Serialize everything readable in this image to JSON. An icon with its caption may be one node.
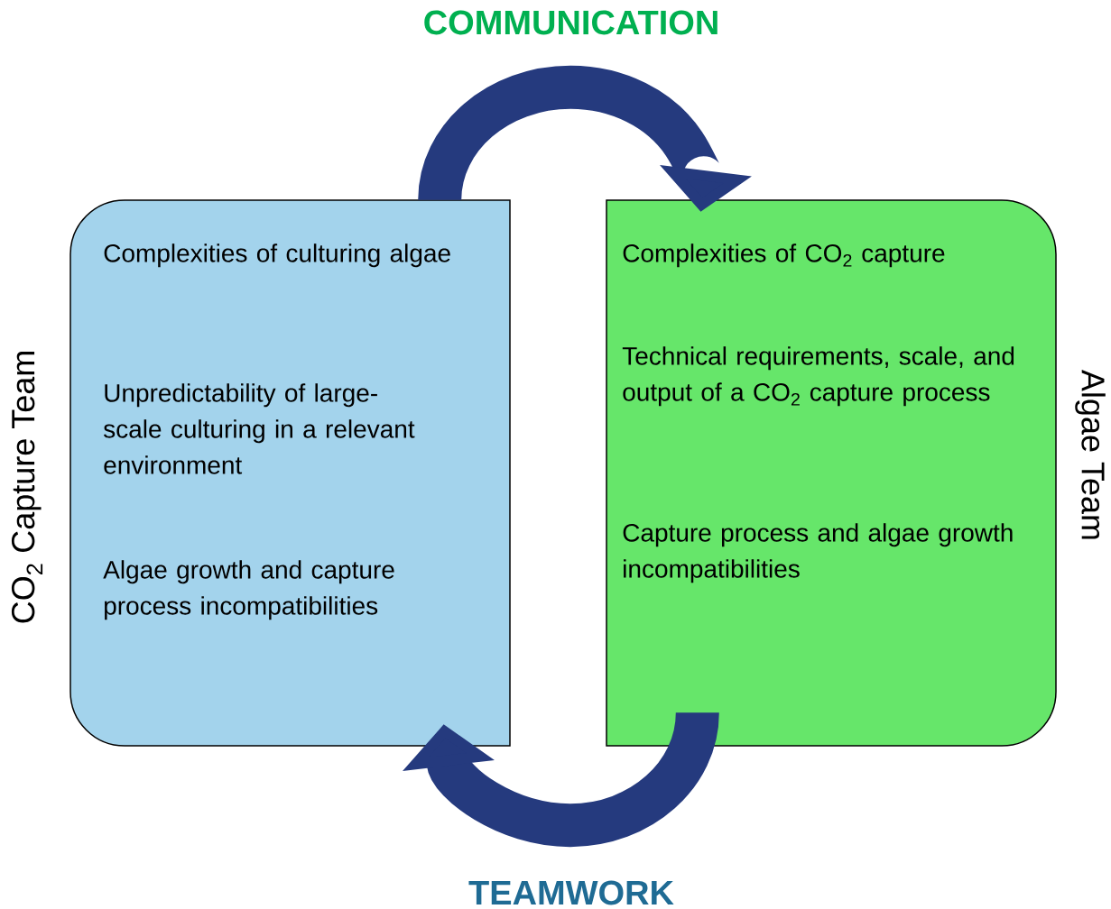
{
  "diagram": {
    "nodes": [
      {
        "text": [
          "Complexities of culturing algae",
          "Unpredictability of large-scale culturing in a relevant environment",
          "Algae growth and capture process incompatibilities"
        ],
        "beside": [
          "CO$_{2}$ Capture Team"
        ]
      },
      {
        "text": [
          "Complexities of CO$_{2}$ capture",
          "Technical requirements, scale, and output of a CO$_{2}$ capture process",
          "Capture process and algae growth incompatibilities"
        ],
        "beside": [
          "Algae Team"
        ]
      }
    ],
    "edges": [
      {
        "from": 0,
        "to": 1,
        "arrow": "to",
        "label": "COMMUNICATION"
      },
      {
        "from": 1,
        "to": 0,
        "arrow": "to",
        "label": "TEAMWORK"
      }
    ]
  }
}
